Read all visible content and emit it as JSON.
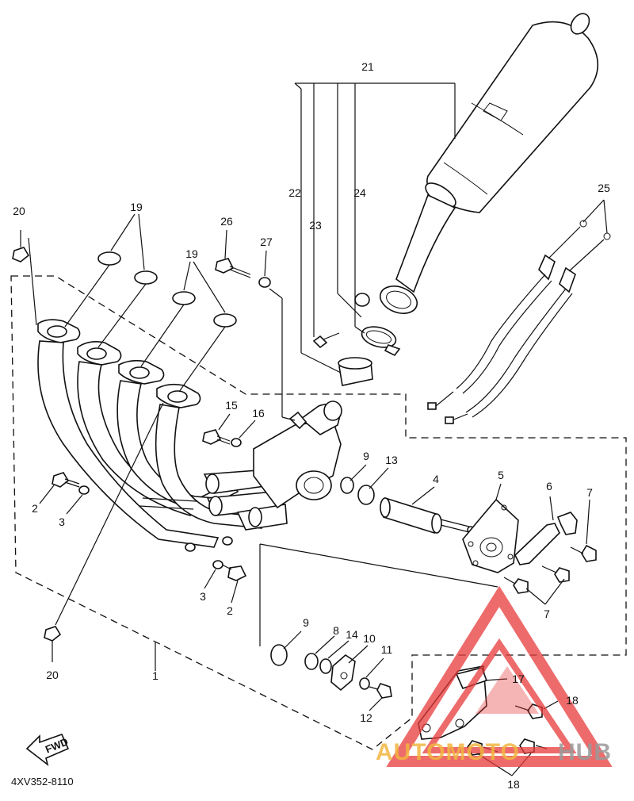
{
  "diagram_code": "4XV352-8110",
  "fwd_label": "FWD",
  "watermark": {
    "brand_a": "AUTOMOTO",
    "brand_b": "HUB",
    "color_a": "#f2b640",
    "color_b": "#9a9a9a",
    "logo_color": "#e83a3a"
  },
  "callouts": {
    "c1": "1",
    "c2a": "2",
    "c2b": "2",
    "c3a": "3",
    "c3b": "3",
    "c4": "4",
    "c5": "5",
    "c6": "6",
    "c7a": "7",
    "c7b": "7",
    "c8": "8",
    "c9a": "9",
    "c9b": "9",
    "c10": "10",
    "c11": "11",
    "c12": "12",
    "c13": "13",
    "c14": "14",
    "c15": "15",
    "c16": "16",
    "c17": "17",
    "c18a": "18",
    "c18b": "18",
    "c19a": "19",
    "c19b": "19",
    "c20a": "20",
    "c20b": "20",
    "c21": "21",
    "c22": "22",
    "c23": "23",
    "c24": "24",
    "c25": "25",
    "c26": "26",
    "c27": "27"
  }
}
